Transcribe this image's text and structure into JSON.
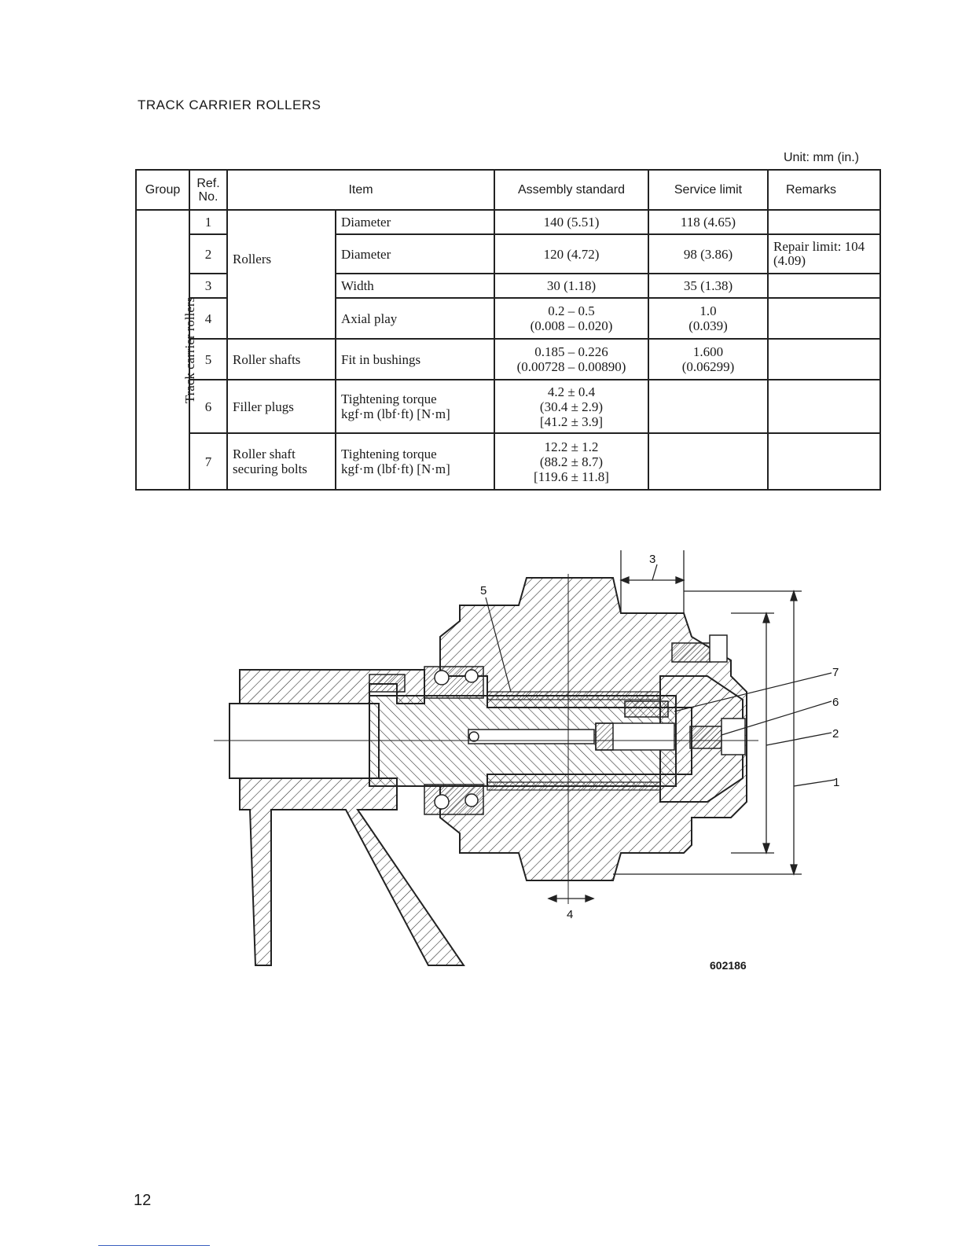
{
  "page": {
    "title": "TRACK CARRIER ROLLERS",
    "unit": "Unit: mm (in.)",
    "page_number": "12",
    "figure_id": "602186"
  },
  "table": {
    "headers": {
      "group": "Group",
      "ref": "Ref. No.",
      "item": "Item",
      "assembly": "Assembly standard",
      "service": "Service limit",
      "remarks": "Remarks"
    },
    "group_name": "Track carrier rollers",
    "rows": [
      {
        "ref": "1",
        "part": "Rollers",
        "item": "Diameter",
        "assembly": "140 (5.51)",
        "service": "118 (4.65)",
        "remarks": ""
      },
      {
        "ref": "2",
        "part": "",
        "item": "Diameter",
        "assembly": "120 (4.72)",
        "service": "98 (3.86)",
        "remarks": "Repair limit: 104 (4.09)"
      },
      {
        "ref": "3",
        "part": "",
        "item": "Width",
        "assembly": "30 (1.18)",
        "service": "35 (1.38)",
        "remarks": ""
      },
      {
        "ref": "4",
        "part": "",
        "item": "Axial play",
        "assembly": [
          "0.2 – 0.5",
          "(0.008 – 0.020)"
        ],
        "service": [
          "1.0",
          "(0.039)"
        ],
        "remarks": ""
      },
      {
        "ref": "5",
        "part": "Roller shafts",
        "item": "Fit in bushings",
        "assembly": [
          "0.185 – 0.226",
          "(0.00728 – 0.00890)"
        ],
        "service": [
          "1.600",
          "(0.06299)"
        ],
        "remarks": ""
      },
      {
        "ref": "6",
        "part": "Filler plugs",
        "item": [
          "Tightening torque",
          "kgf·m (lbf·ft) [N·m]"
        ],
        "assembly": [
          "4.2 ± 0.4",
          "(30.4 ± 2.9)",
          "[41.2 ± 3.9]"
        ],
        "service": "",
        "remarks": ""
      },
      {
        "ref": "7",
        "part": [
          "Roller shaft",
          "securing bolts"
        ],
        "item": [
          "Tightening torque",
          "kgf·m (lbf·ft) [N·m]"
        ],
        "assembly": [
          "12.2 ± 1.2",
          "(88.2 ± 8.7)",
          "[119.6 ± 11.8]"
        ],
        "service": "",
        "remarks": ""
      }
    ]
  },
  "diagram": {
    "callouts": [
      "1",
      "2",
      "3",
      "4",
      "5",
      "6",
      "7"
    ]
  }
}
